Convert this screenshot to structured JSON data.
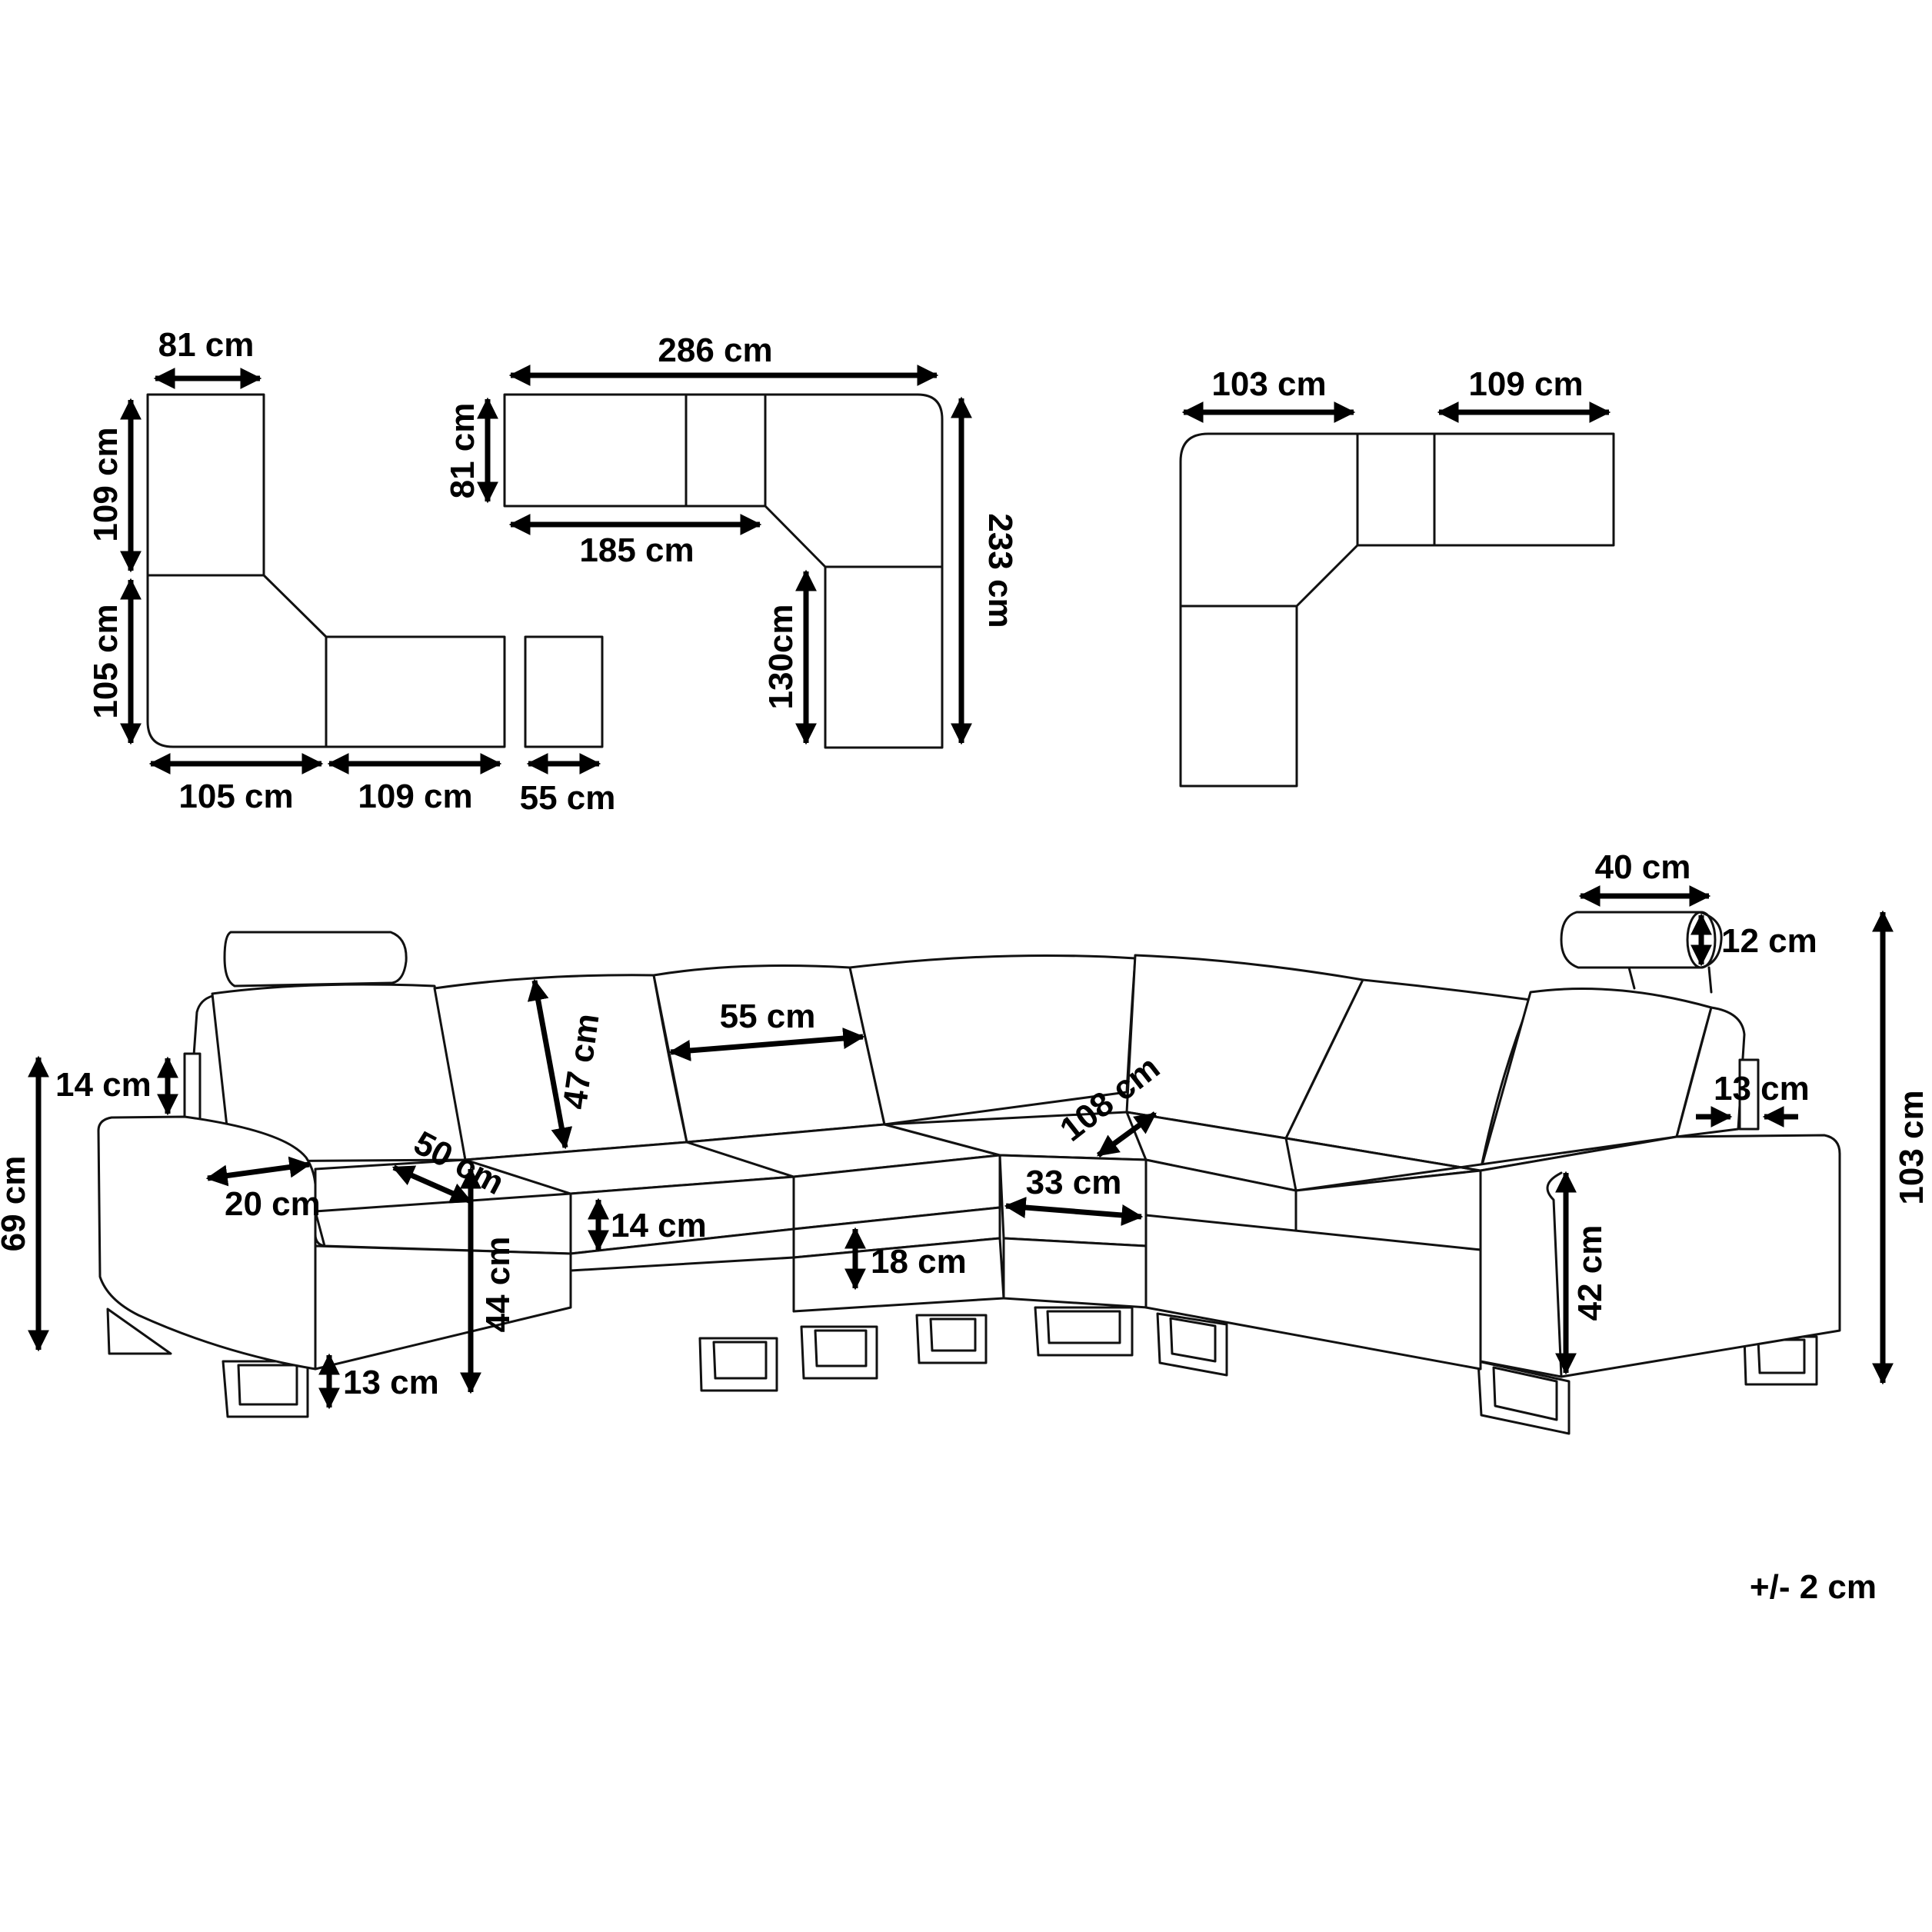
{
  "colors": {
    "line": "#111111",
    "text": "#000000",
    "background": "#ffffff"
  },
  "dimensions": {
    "left_plan": {
      "top_width": "81 cm",
      "upper_height": "109 cm",
      "lower_height": "105 cm",
      "bottom_left": "105 cm",
      "bottom_mid": "109 cm",
      "ottoman": "55 cm"
    },
    "middle_plan": {
      "total_width": "286 cm",
      "depth": "81 cm",
      "inner_width": "185 cm",
      "inner_height": "130cm",
      "total_height": "233 cm"
    },
    "right_plan": {
      "left_width": "103 cm",
      "right_width": "109 cm"
    },
    "sofa": {
      "headrest_width": "40 cm",
      "headrest_height": "12 cm",
      "overall_height": "103 cm",
      "arm_gap": "13 cm",
      "back_height": "47 cm",
      "back_width": "55 cm",
      "arm_top": "14 cm",
      "arm_height": "69 cm",
      "arm_width": "20 cm",
      "seat_depth": "50 cm",
      "cushion_height": "14 cm",
      "base_height": "18 cm",
      "seat_height": "44 cm",
      "leg_height": "13 cm",
      "corner_depth": "108 cm",
      "corner_width": "33 cm",
      "arm_height_right": "42 cm"
    }
  },
  "tolerance": "+/- 2 cm"
}
